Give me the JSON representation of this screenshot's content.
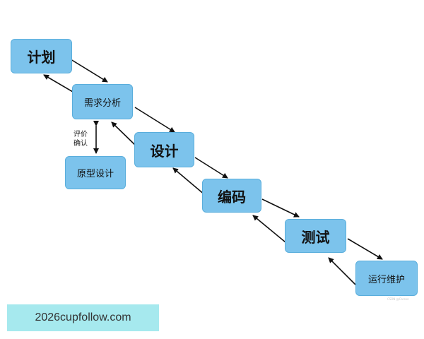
{
  "diagram": {
    "nodes": {
      "plan": "计划",
      "requirements": "需求分析",
      "prototype": "原型设计",
      "design": "设计",
      "coding": "编码",
      "testing": "测试",
      "maintenance": "运行维护"
    },
    "edge_label": "评价确认",
    "colors": {
      "node_fill": "#7cc3ec",
      "node_border": "#5aaedc",
      "arrow": "#111111"
    }
  },
  "watermark": {
    "tiny_text": "CSDN @Carson"
  },
  "banner": {
    "text": "2026cupfollow.com",
    "color": "#a6e9ee"
  }
}
